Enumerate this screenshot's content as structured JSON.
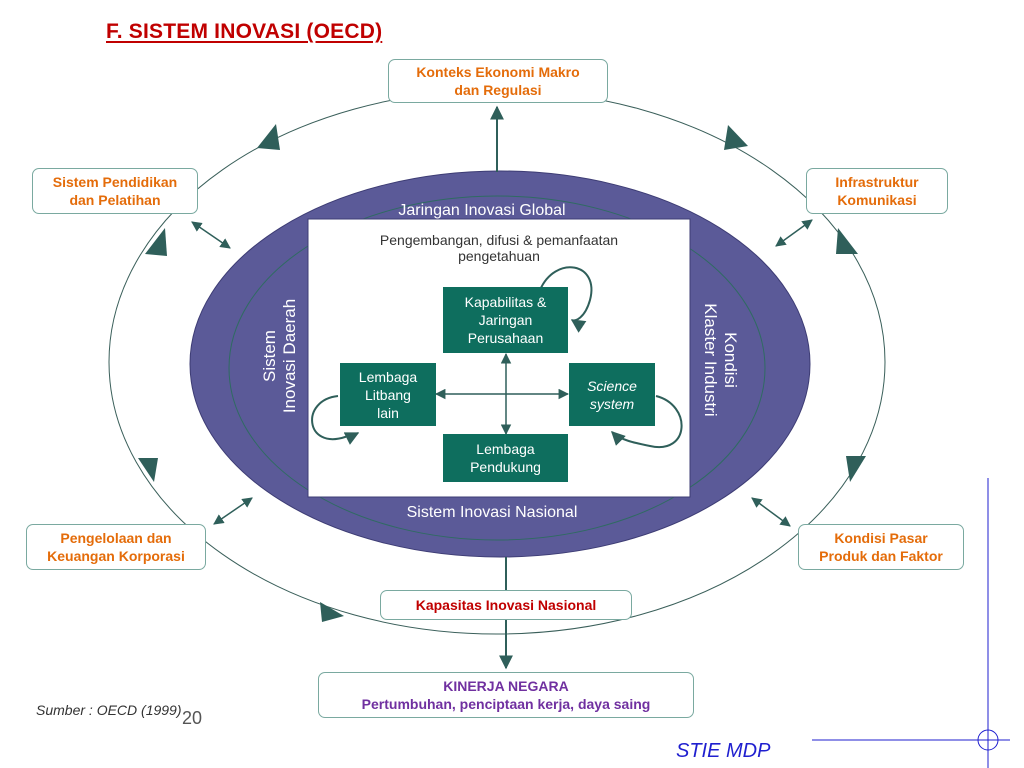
{
  "title": "F. SISTEM INOVASI (OECD)",
  "top_box": {
    "line1": "Konteks Ekonomi Makro",
    "line2": "dan Regulasi"
  },
  "left_upper_box": {
    "line1": "Sistem Pendidikan",
    "line2": "dan Pelatihan"
  },
  "right_upper_box": {
    "line1": "Infrastruktur",
    "line2": "Komunikasi"
  },
  "left_lower_box": {
    "line1": "Pengelolaan dan",
    "line2": "Keuangan Korporasi"
  },
  "right_lower_box": {
    "line1": "Kondisi Pasar",
    "line2": "Produk dan Faktor"
  },
  "capacity_box": "Kapasitas Inovasi Nasional",
  "performance_box": {
    "line1": "KINERJA NEGARA",
    "line2": "Pertumbuhan, penciptaan kerja, daya saing"
  },
  "ellipse": {
    "top_label": "Jaringan Inovasi Global",
    "bottom_label": "Sistem Inovasi Nasional",
    "left_label": {
      "line1": "Sistem",
      "line2": "Inovasi Daerah"
    },
    "right_label": {
      "line1": "Kondisi",
      "line2": "Klaster Industri"
    }
  },
  "inner": {
    "description": {
      "line1": "Pengembangan, difusi & pemanfaatan",
      "line2": "pengetahuan"
    },
    "node_top": {
      "line1": "Kapabilitas &",
      "line2": "Jaringan",
      "line3": "Perusahaan"
    },
    "node_left": {
      "line1": "Lembaga",
      "line2": "Litbang",
      "line3": "lain"
    },
    "node_right": {
      "line1": "Science",
      "line2": "system"
    },
    "node_bottom": {
      "line1": "Lembaga",
      "line2": "Pendukung"
    }
  },
  "source": "Sumber : OECD (1999)",
  "page_number": "20",
  "brand": "STIE MDP",
  "colors": {
    "accent_green": "#0e6e5e",
    "ellipse": "#5b5a98",
    "title": "#c00000",
    "box_text": "#e46c0a",
    "capacity_text": "#c00000",
    "performance_text": "#7030a0",
    "brand": "#1f1fcf"
  }
}
